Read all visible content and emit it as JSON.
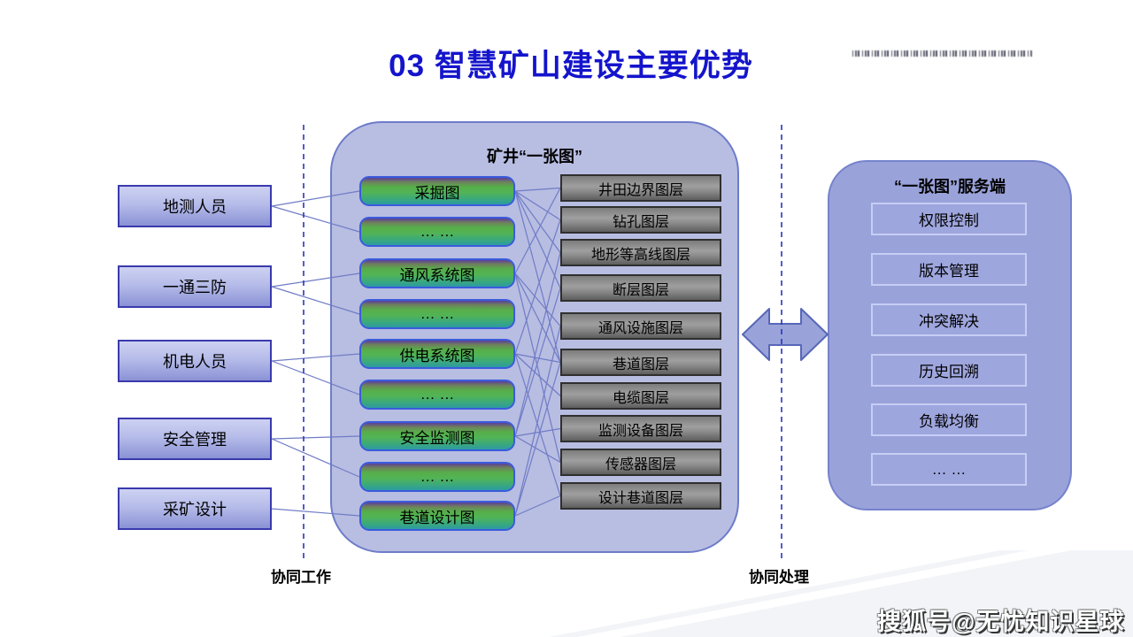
{
  "title": "03 智慧矿山建设主要优势",
  "colors": {
    "title_blue": "#1414cc",
    "panel_fill": "#b8bde2",
    "panel_border": "#6d7cc9",
    "server_panel_fill": "#9aa2da",
    "server_panel_border": "#7583cc",
    "connector_line": "#6f7cc5",
    "dashed_line": "#2a35c0",
    "green_box_border": "#3b5bdc",
    "gray_box_border": "#2f2f2f",
    "role_box_border": "#3a3aad",
    "service_box_border": "#c7cef4",
    "arrow_fill": "#99a3d9",
    "arrow_border": "#5767b8"
  },
  "roles": [
    "地测人员",
    "一通三防",
    "机电人员",
    "安全管理",
    "采矿设计"
  ],
  "one_map": {
    "header": "矿井“一张图”",
    "maps": [
      "采掘图",
      "… …",
      "通风系统图",
      "… …",
      "供电系统图",
      "… …",
      "安全监测图",
      "… …",
      "巷道设计图"
    ],
    "layers": [
      "井田边界图层",
      "钻孔图层",
      "地形等高线图层",
      "断层图层",
      "通风设施图层",
      "巷道图层",
      "电缆图层",
      "监测设备图层",
      "传感器图层",
      "设计巷道图层"
    ]
  },
  "server": {
    "header": "“一张图”服务端",
    "services": [
      "权限控制",
      "版本管理",
      "冲突解决",
      "历史回溯",
      "负载均衡",
      "… …"
    ]
  },
  "footer": {
    "left_label": "协同工作",
    "right_label": "协同处理"
  },
  "watermark": "搜狐号@无忧知识星球"
}
